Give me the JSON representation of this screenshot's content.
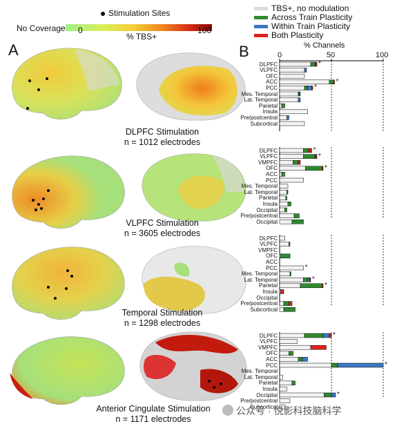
{
  "panel_a": {
    "letter": "A",
    "stim_legend": "Stimulation Sites",
    "colorbar": {
      "no_coverage": "No Coverage",
      "min": "0",
      "label": "% TBS+",
      "max": "100"
    },
    "conditions": [
      {
        "title": "DLPFC Stimulation",
        "subtitle": "n = 1012 electrodes"
      },
      {
        "title": "VLPFC Stimulation",
        "subtitle": "n = 3605 electrodes"
      },
      {
        "title": "Temporal Stimulation",
        "subtitle": "n = 1298 electrodes"
      },
      {
        "title": "Anterior Cingulate Stimulation",
        "subtitle": "n = 1171 electrodes"
      }
    ]
  },
  "panel_b": {
    "letter": "B",
    "legend": [
      {
        "label": "TBS+, no modulation",
        "color": "#dcdcdc"
      },
      {
        "label": "Across Train Plasticity",
        "color": "#2e8b2e"
      },
      {
        "label": "Within Train Plasticity",
        "color": "#3b78c2"
      },
      {
        "label": "Both Plasticity",
        "color": "#e02020"
      }
    ],
    "axis": {
      "label": "% Channels",
      "ticks": [
        "0",
        "50",
        "100"
      ]
    }
  },
  "colors": {
    "none": "#eeeeee",
    "across": "#2e8b2e",
    "within": "#3b78c2",
    "both": "#e02020"
  },
  "chart_data": {
    "type": "bar",
    "orientation": "horizontal",
    "stacked": true,
    "xlabel": "% Channels",
    "xlim": [
      0,
      100
    ],
    "ticks": [
      0,
      50,
      100
    ],
    "series_names": [
      "TBS+, no modulation",
      "Across Train Plasticity",
      "Within Train Plasticity",
      "Both Plasticity"
    ],
    "groups": [
      {
        "rows": [
          {
            "label": "DLPFC",
            "none": 30,
            "across": 4,
            "within": 1,
            "both": 1,
            "star": true
          },
          {
            "label": "VLPFC",
            "none": 24,
            "across": 0,
            "within": 2,
            "both": 0,
            "star": false
          },
          {
            "label": "OFC",
            "none": 24,
            "across": 0,
            "within": 0,
            "both": 0,
            "star": false
          },
          {
            "label": "ACC",
            "none": 48,
            "across": 4,
            "within": 0,
            "both": 1,
            "star": true
          },
          {
            "label": "PCC",
            "none": 24,
            "across": 3,
            "within": 4,
            "both": 1,
            "star": true
          },
          {
            "label": "Mes. Temporal",
            "none": 18,
            "across": 1,
            "within": 1,
            "both": 0,
            "star": false
          },
          {
            "label": "Lat. Temporal",
            "none": 18,
            "across": 0,
            "within": 2,
            "both": 0,
            "star": false
          },
          {
            "label": "Parietal",
            "none": 2,
            "across": 3,
            "within": 0,
            "both": 0,
            "star": false
          },
          {
            "label": "Insula",
            "none": 27,
            "across": 0,
            "within": 0,
            "both": 0,
            "star": false
          },
          {
            "label": "Pre/postcentral",
            "none": 7,
            "across": 0,
            "within": 2,
            "both": 0,
            "star": false
          },
          {
            "label": "Subcortical",
            "none": 24,
            "across": 0,
            "within": 0,
            "both": 0,
            "star": false
          }
        ]
      },
      {
        "rows": [
          {
            "label": "DLPFC",
            "none": 23,
            "across": 5,
            "within": 0,
            "both": 3,
            "star": true
          },
          {
            "label": "VLPFC",
            "none": 23,
            "across": 11,
            "within": 1,
            "both": 1,
            "star": true
          },
          {
            "label": "VMPFC",
            "none": 13,
            "across": 5,
            "within": 0,
            "both": 2,
            "star": false
          },
          {
            "label": "OFC",
            "none": 25,
            "across": 16,
            "within": 0,
            "both": 1,
            "star": true
          },
          {
            "label": "ACC",
            "none": 2,
            "across": 3,
            "within": 0,
            "both": 0,
            "star": false
          },
          {
            "label": "PCC",
            "none": 23,
            "across": 0,
            "within": 0,
            "both": 0,
            "star": false
          },
          {
            "label": "Mes. Temporal",
            "none": 8,
            "across": 0,
            "within": 0,
            "both": 0,
            "star": false
          },
          {
            "label": "Lat. Temporal",
            "none": 7,
            "across": 1,
            "within": 0,
            "both": 0,
            "star": false
          },
          {
            "label": "Parietal",
            "none": 6,
            "across": 1,
            "within": 0,
            "both": 0,
            "star": false
          },
          {
            "label": "Insula",
            "none": 8,
            "across": 3,
            "within": 0,
            "both": 0,
            "star": false
          },
          {
            "label": "Occipital",
            "none": 5,
            "across": 2,
            "within": 0,
            "both": 0,
            "star": false
          },
          {
            "label": "Pre/postcentral",
            "none": 14,
            "across": 5,
            "within": 0,
            "both": 0,
            "star": false
          },
          {
            "label": "Occipital",
            "none": 12,
            "across": 11,
            "within": 0,
            "both": 0,
            "star": false
          }
        ]
      },
      {
        "rows": [
          {
            "label": "DLPFC",
            "none": 5,
            "across": 0,
            "within": 0,
            "both": 0,
            "star": false
          },
          {
            "label": "VLPFC",
            "none": 9,
            "across": 1,
            "within": 0,
            "both": 0,
            "star": false
          },
          {
            "label": "VMPFC",
            "none": 0,
            "across": 0,
            "within": 0,
            "both": 0,
            "star": false
          },
          {
            "label": "OFC",
            "none": 1,
            "across": 9,
            "within": 0,
            "both": 0,
            "star": false
          },
          {
            "label": "ACC",
            "none": 0,
            "across": 0,
            "within": 0,
            "both": 0,
            "star": false
          },
          {
            "label": "PCC",
            "none": 23,
            "across": 0,
            "within": 0,
            "both": 0,
            "star": true
          },
          {
            "label": "Mes. Temporal",
            "none": 10,
            "across": 1,
            "within": 0,
            "both": 0,
            "star": false
          },
          {
            "label": "Lat. Temporal",
            "none": 23,
            "across": 4,
            "within": 2,
            "both": 1,
            "star": true
          },
          {
            "label": "Parietal",
            "none": 20,
            "across": 21,
            "within": 0,
            "both": 1,
            "star": true
          },
          {
            "label": "Insula",
            "none": 1,
            "across": 0,
            "within": 0,
            "both": 3,
            "star": false
          },
          {
            "label": "Occipital",
            "none": 0,
            "across": 0,
            "within": 0,
            "both": 0,
            "star": false
          },
          {
            "label": "Pre/postcentral",
            "none": 4,
            "across": 5,
            "within": 0,
            "both": 3,
            "star": false
          },
          {
            "label": "Subcortical",
            "none": 4,
            "across": 11,
            "within": 0,
            "both": 0,
            "star": false
          }
        ]
      },
      {
        "rows": [
          {
            "label": "DLPFC",
            "none": 24,
            "across": 18,
            "within": 6,
            "both": 2,
            "star": true
          },
          {
            "label": "VLPFC",
            "none": 17,
            "across": 0,
            "within": 0,
            "both": 0,
            "star": false
          },
          {
            "label": "VMPFC",
            "none": 30,
            "across": 0,
            "within": 0,
            "both": 15,
            "star": false
          },
          {
            "label": "OFC",
            "none": 9,
            "across": 4,
            "within": 0,
            "both": 0,
            "star": false
          },
          {
            "label": "ACC",
            "none": 18,
            "across": 4,
            "within": 5,
            "both": 0,
            "star": false
          },
          {
            "label": "PCC",
            "none": 50,
            "across": 6,
            "within": 44,
            "both": 0,
            "star": true
          },
          {
            "label": "Mes. Temporal",
            "none": 0,
            "across": 0,
            "within": 0,
            "both": 0,
            "star": false
          },
          {
            "label": "Lat. Temporal",
            "none": 3,
            "across": 0,
            "within": 0,
            "both": 0,
            "star": false
          },
          {
            "label": "Parietal",
            "none": 12,
            "across": 3,
            "within": 0,
            "both": 0,
            "star": false
          },
          {
            "label": "Insula",
            "none": 7,
            "across": 0,
            "within": 0,
            "both": 0,
            "star": false
          },
          {
            "label": "Occipital",
            "none": 43,
            "across": 7,
            "within": 4,
            "both": 0,
            "star": true
          },
          {
            "label": "Pre/postcentral",
            "none": 10,
            "across": 0,
            "within": 0,
            "both": 0,
            "star": false
          },
          {
            "label": "Subcortical",
            "none": 5,
            "across": 0,
            "within": 0,
            "both": 0,
            "star": false
          }
        ]
      }
    ]
  },
  "watermark": "公众号 · 悦影科技脑科学"
}
